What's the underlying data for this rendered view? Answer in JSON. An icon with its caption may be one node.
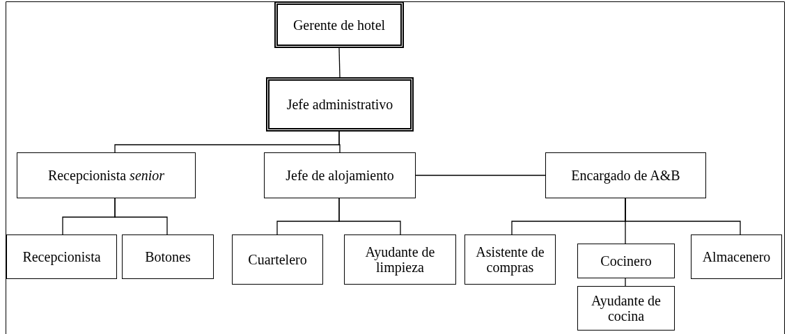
{
  "diagram": {
    "nodes": [
      {
        "text": [
          "Gerente de hotel"
        ]
      },
      {
        "text": [
          "Jefe administrativo"
        ]
      },
      {
        "text": [
          "Recepcionista *senior*"
        ]
      },
      {
        "text": [
          "Jefe de alojamiento"
        ]
      },
      {
        "text": [
          "Encargado de A&B"
        ]
      },
      {
        "text": [
          "Recepcionista"
        ]
      },
      {
        "text": [
          "Botones"
        ]
      },
      {
        "text": [
          "Cuartelero"
        ]
      },
      {
        "text": [
          "Ayudante de limpieza"
        ]
      },
      {
        "text": [
          "Asistente de compras"
        ]
      },
      {
        "text": [
          "Cocinero"
        ]
      },
      {
        "text": [
          "Almacenero"
        ]
      },
      {
        "text": [
          "Ayudante de cocina"
        ]
      }
    ],
    "edges": [
      {
        "from": 0,
        "to": 1,
        "arrow": "none"
      },
      {
        "from": 1,
        "to": 2,
        "arrow": "none"
      },
      {
        "from": 1,
        "to": 3,
        "arrow": "none"
      },
      {
        "from": 3,
        "to": 4,
        "arrow": "none"
      },
      {
        "from": 2,
        "to": 5,
        "arrow": "none"
      },
      {
        "from": 2,
        "to": 6,
        "arrow": "none"
      },
      {
        "from": 3,
        "to": 7,
        "arrow": "none"
      },
      {
        "from": 3,
        "to": 8,
        "arrow": "none"
      },
      {
        "from": 4,
        "to": 9,
        "arrow": "none"
      },
      {
        "from": 4,
        "to": 10,
        "arrow": "none"
      },
      {
        "from": 4,
        "to": 11,
        "arrow": "none"
      },
      {
        "from": 10,
        "to": 12,
        "arrow": "none"
      }
    ]
  }
}
